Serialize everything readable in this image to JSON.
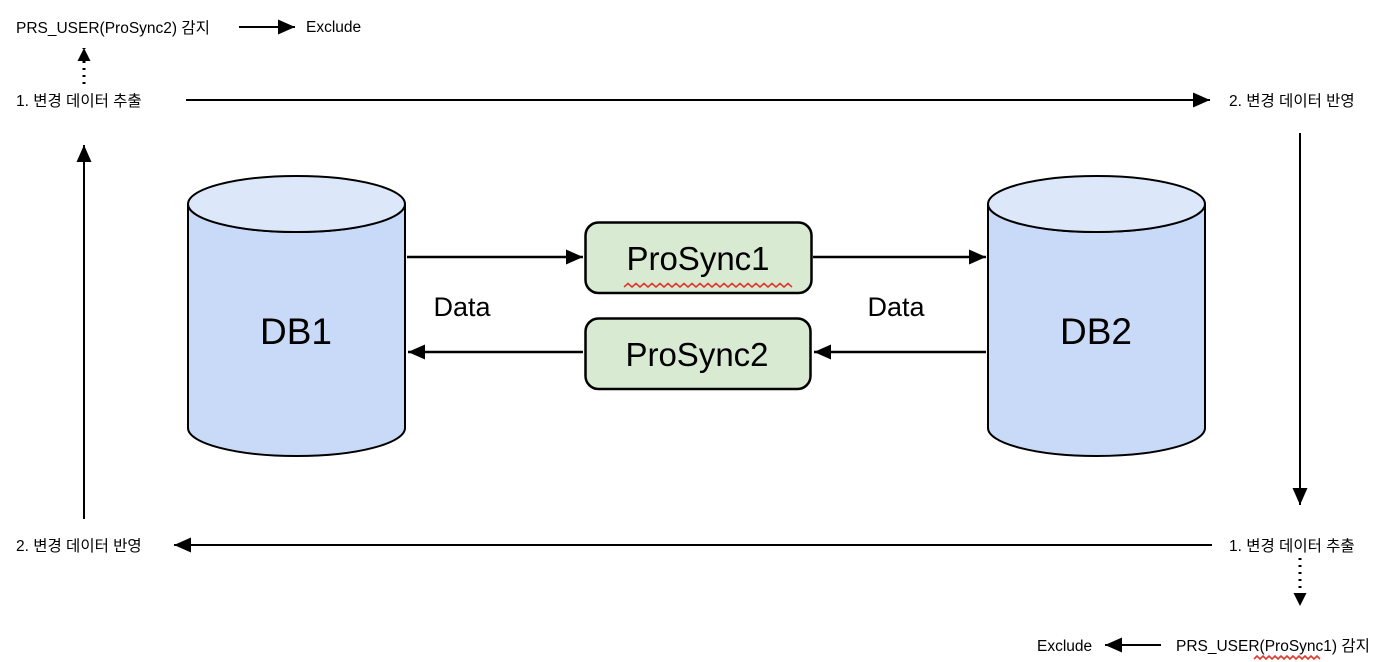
{
  "colors": {
    "db_fill": "#c9daf8",
    "db_top_fill": "#dde7fa",
    "process_fill": "#d9ead3",
    "line": "#000000",
    "spellcheck": "#e03a2f"
  },
  "db1": {
    "label": "DB1"
  },
  "db2": {
    "label": "DB2"
  },
  "prosync1": {
    "label": "ProSync1"
  },
  "prosync2": {
    "label": "ProSync2"
  },
  "flows": {
    "left_data_label": "Data",
    "right_data_label": "Data"
  },
  "top": {
    "detect": "PRS_USER(ProSync2) 감지",
    "exclude": "Exclude",
    "extract": "1. 변경 데이터 추출",
    "apply": "2. 변경 데이터 반영"
  },
  "bottom": {
    "apply": "2. 변경 데이터 반영",
    "extract": "1. 변경 데이터 추출",
    "detect": "PRS_USER(ProSync1) 감지",
    "exclude": "Exclude"
  }
}
